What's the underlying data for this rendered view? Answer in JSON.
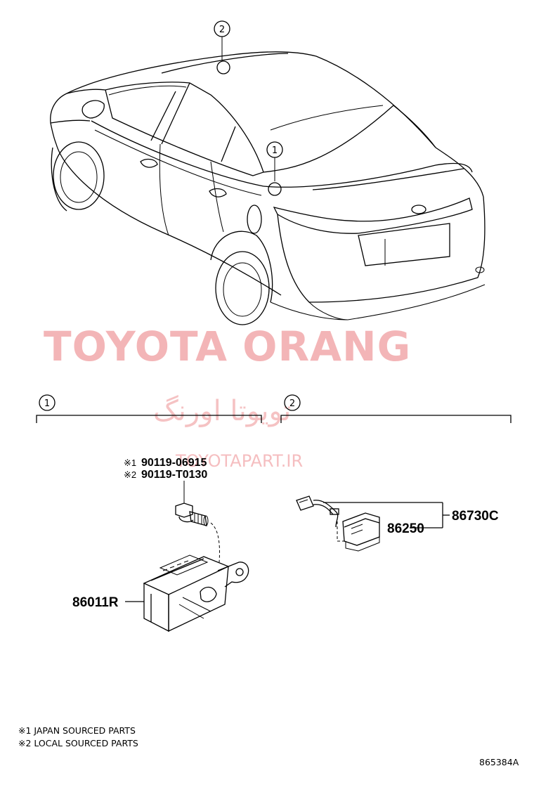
{
  "callouts": {
    "c1": "1",
    "c2": "2"
  },
  "watermark": {
    "brand": "TOYOTA ORANG",
    "brand_fa": "تویوتا اورنگ",
    "site": "TOYOTAPART.IR"
  },
  "parts": {
    "bolt_japan_prefix": "※1",
    "bolt_japan": "90119-06915",
    "bolt_local_prefix": "※2",
    "bolt_local": "90119-T0130",
    "antenna_amp": "86011R",
    "assembly": "86730C",
    "connector": "86250"
  },
  "notes": [
    "※1 JAPAN SOURCED PARTS",
    "※2 LOCAL SOURCED PARTS"
  ],
  "diagram_code": "865384A"
}
